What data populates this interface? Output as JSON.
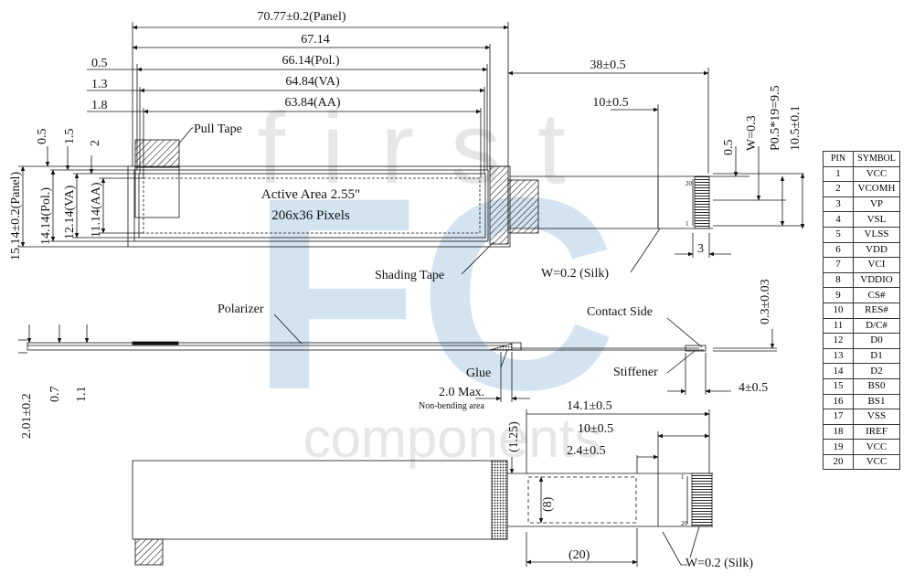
{
  "watermark": {
    "word_top": "first",
    "letters": "FC",
    "word_bottom": "components"
  },
  "top_view": {
    "dimensions": {
      "panel_width": "70.77±0.2(Panel)",
      "width_67": "67.14",
      "pol_width": "66.14(Pol.)",
      "va_width": "64.84(VA)",
      "aa_width": "63.84(AA)",
      "offset_05": "0.5",
      "offset_13": "1.3",
      "offset_18": "1.8",
      "fpc_length": "38±0.5",
      "fpc_width": "10±0.5",
      "v_05": "0.5",
      "v_15": "1.5",
      "v_2": "2",
      "panel_height": "15.14±0.2(Panel)",
      "pol_height": "14.14(Pol.)",
      "va_height": "12.14(VA)",
      "aa_height": "11.14(AA)",
      "pin_05": "0.5",
      "w_03": "W=0.3",
      "pitch": "P0.5*19=9.5",
      "height_105": "10.5±0.1",
      "w_3": "3"
    },
    "labels": {
      "pull_tape": "Pull Tape",
      "active_area": "Active Area 2.55\"",
      "pixels": "206x36 Pixels",
      "shading_tape": "Shading Tape",
      "silk": "W=0.2 (Silk)",
      "pin_20": "20",
      "pin_1": "1"
    }
  },
  "side_view": {
    "labels": {
      "polarizer": "Polarizer",
      "contact_side": "Contact Side",
      "glue": "Glue",
      "stiffener": "Stiffener",
      "max": "2.0 Max.",
      "non_bending": "Non-bending area"
    },
    "dimensions": {
      "thickness": "2.01±0.2",
      "t_07": "0.7",
      "t_11": "1.1",
      "t_03": "0.3±0.03",
      "stiff_len": "4±0.5"
    }
  },
  "bottom_view": {
    "dimensions": {
      "d_141": "14.1±0.5",
      "d_10": "10±0.5",
      "d_24": "2.4±0.5",
      "d_125": "(1.25)",
      "d_8": "(8)",
      "d_20": "(20)"
    },
    "labels": {
      "silk": "W=0.2 (Silk)",
      "pin_1": "1",
      "pin_20": "20"
    }
  },
  "pin_table": {
    "headers": [
      "PIN",
      "SYMBOL"
    ],
    "rows": [
      [
        "1",
        "VCC"
      ],
      [
        "2",
        "VCOMH"
      ],
      [
        "3",
        "VP"
      ],
      [
        "4",
        "VSL"
      ],
      [
        "5",
        "VLSS"
      ],
      [
        "6",
        "VDD"
      ],
      [
        "7",
        "VCI"
      ],
      [
        "8",
        "VDDIO"
      ],
      [
        "9",
        "CS#"
      ],
      [
        "10",
        "RES#"
      ],
      [
        "11",
        "D/C#"
      ],
      [
        "12",
        "D0"
      ],
      [
        "13",
        "D1"
      ],
      [
        "14",
        "D2"
      ],
      [
        "15",
        "BS0"
      ],
      [
        "16",
        "BS1"
      ],
      [
        "17",
        "VSS"
      ],
      [
        "18",
        "IREF"
      ],
      [
        "19",
        "VCC"
      ],
      [
        "20",
        "VCC"
      ]
    ]
  }
}
